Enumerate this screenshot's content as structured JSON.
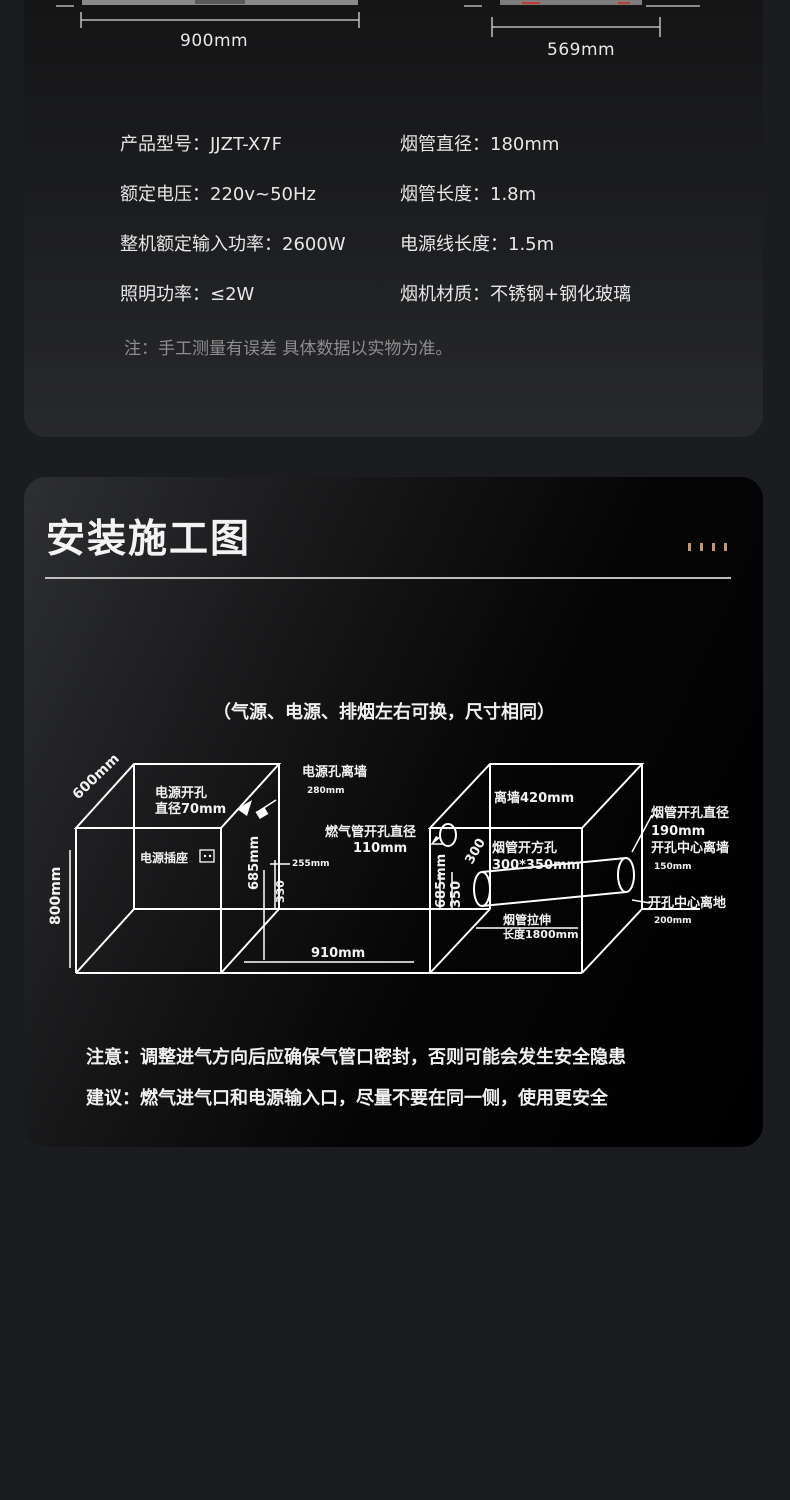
{
  "dimensions": {
    "width_label": "900mm",
    "depth_label": "569mm"
  },
  "specs": {
    "left": [
      {
        "label": "产品型号：",
        "value": "JJZT-X7F"
      },
      {
        "label": "额定电压：",
        "value": "220v~50Hz"
      },
      {
        "label": "整机额定输入功率：",
        "value": "2600W"
      },
      {
        "label": "照明功率：",
        "value": "≤2W"
      }
    ],
    "right": [
      {
        "label": "烟管直径：",
        "value": "180mm"
      },
      {
        "label": "烟管长度：",
        "value": "1.8m"
      },
      {
        "label": "电源线长度：",
        "value": "1.5m"
      },
      {
        "label": "烟机材质：",
        "value": "不锈钢+钢化玻璃"
      }
    ],
    "note": "注：手工测量有误差 具体数据以实物为准。"
  },
  "install": {
    "title": "安装施工图",
    "subtitle": "（气源、电源、排烟左右可换，尺寸相同）",
    "labels": {
      "depth_600": "600mm",
      "height_800": "800mm",
      "power_hole": "电源开孔",
      "power_hole_dia": "直径70mm",
      "socket": "电源插座",
      "power_hole_wall": "电源孔离墙",
      "dim_280": "280mm",
      "dim_685_left": "685mm",
      "dim_330": "330",
      "dim_255": "255mm",
      "gas_hole": "燃气管开孔直径",
      "gas_hole_dia": "110mm",
      "dim_910": "910mm",
      "wall_420": "离墙420mm",
      "dim_300": "300",
      "flue_square": "烟管开方孔",
      "flue_square_size": "300*350mm",
      "dim_685_right": "685mm",
      "dim_350": "350",
      "flue_hole_dia": "烟管开孔直径",
      "dim_190": "190mm",
      "hole_center_wall": "开孔中心离墙",
      "dim_150": "150mm",
      "hole_center_floor": "开孔中心离地",
      "dim_200": "200mm",
      "flue_stretch": "烟管拉伸",
      "flue_length": "长度1800mm"
    },
    "warning": "注意：调整进气方向后应确保气管口密封，否则可能会发生安全隐患",
    "advice": "建议：燃气进气口和电源输入口，尽量不要在同一侧，使用更安全"
  },
  "colors": {
    "accent_dots": "#c49670",
    "line": "#ffffff"
  }
}
